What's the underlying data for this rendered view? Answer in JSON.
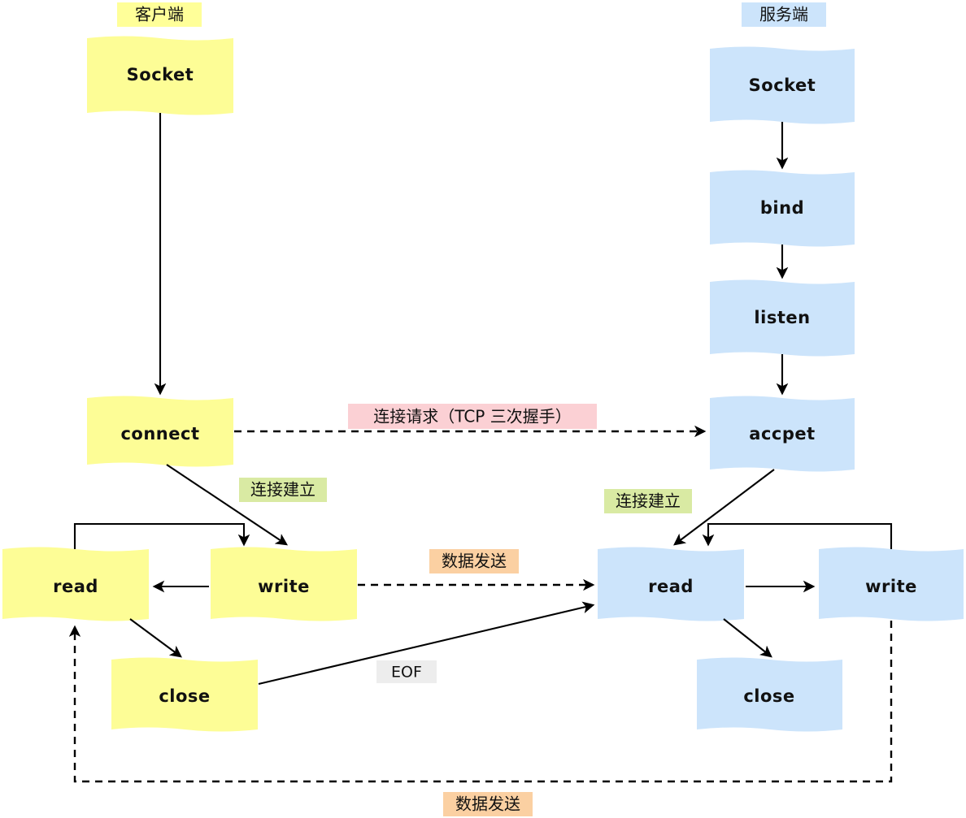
{
  "diagram": {
    "title_client": "客户端",
    "title_server": "服务端",
    "colors": {
      "client_fill": "#fdfd96",
      "server_fill": "#cce4fb",
      "client_header_fill": "#ffff99",
      "server_header_fill": "#cce4fb",
      "label_green": "#d9eaa3",
      "label_pink": "#fbd0d4",
      "label_orange": "#fbd0a2",
      "label_grey": "#ededed",
      "stroke": "#000000"
    },
    "client_nodes": [
      {
        "id": "client-socket",
        "label": "Socket"
      },
      {
        "id": "client-connect",
        "label": "connect"
      },
      {
        "id": "client-read",
        "label": "read"
      },
      {
        "id": "client-write",
        "label": "write"
      },
      {
        "id": "client-close",
        "label": "close"
      }
    ],
    "server_nodes": [
      {
        "id": "server-socket",
        "label": "Socket"
      },
      {
        "id": "server-bind",
        "label": "bind"
      },
      {
        "id": "server-listen",
        "label": "listen"
      },
      {
        "id": "server-accpet",
        "label": "accpet"
      },
      {
        "id": "server-read",
        "label": "read"
      },
      {
        "id": "server-write",
        "label": "write"
      },
      {
        "id": "server-close",
        "label": "close"
      }
    ],
    "edge_labels": {
      "connect_request": "连接请求（TCP 三次握手）",
      "connection_established_client": "连接建立",
      "connection_established_server": "连接建立",
      "data_send_top": "数据发送",
      "eof": "EOF",
      "data_send_bottom": "数据发送"
    }
  }
}
